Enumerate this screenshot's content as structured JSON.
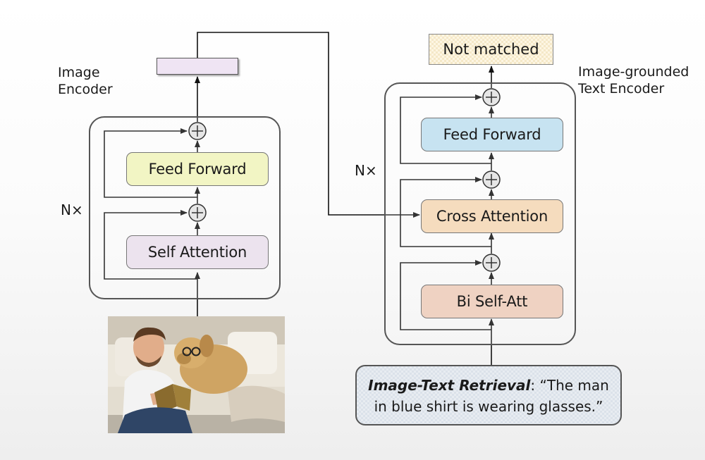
{
  "image_encoder": {
    "label_line1": "Image",
    "label_line2": "Encoder",
    "repeat": "N×",
    "feed_forward": "Feed Forward",
    "self_attention": "Self Attention"
  },
  "text_encoder": {
    "label_line1": "Image-grounded",
    "label_line2": "Text Encoder",
    "repeat": "N×",
    "feed_forward": "Feed Forward",
    "cross_attention": "Cross Attention",
    "bi_self_att": "Bi Self-Att"
  },
  "output": {
    "label": "Not matched"
  },
  "query": {
    "task": "Image-Text Retrieval",
    "separator": ": ",
    "text_line1": "“The man",
    "text_line2": "in blue shirt is wearing glasses.”"
  },
  "colors": {
    "feed_forward_left": "#f2f5c4",
    "self_attention": "#ece3ee",
    "feed_forward_right": "#c7e3f1",
    "cross_attention": "#f5dcbe",
    "bi_self_att": "#efd2c2",
    "embedding": "#efe4f3"
  }
}
